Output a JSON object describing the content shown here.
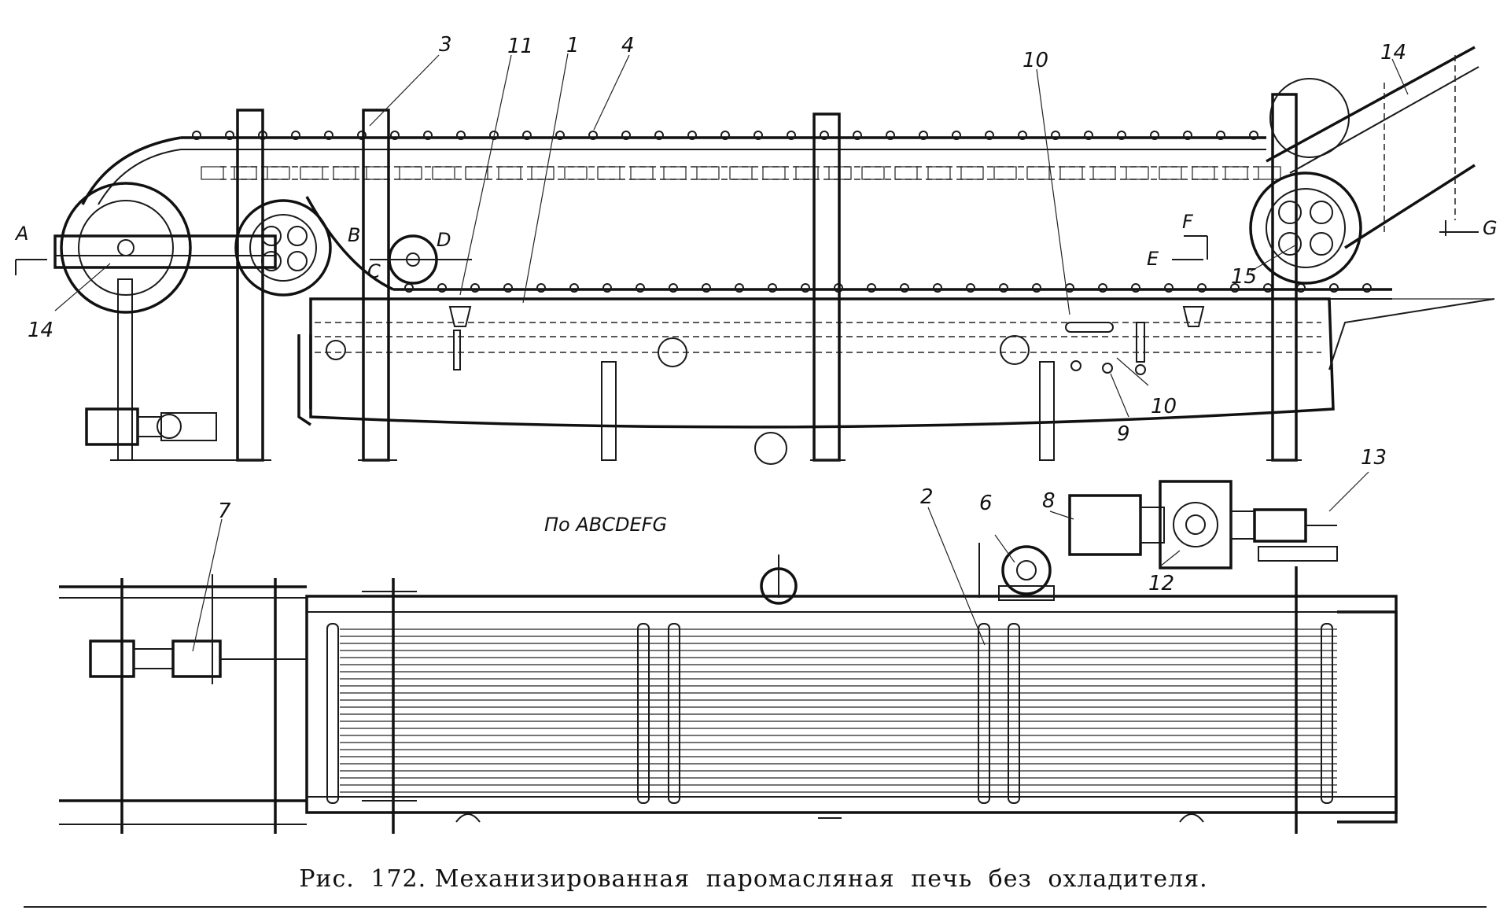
{
  "figure": {
    "caption_prefix": "Рис. 172.",
    "caption_text": "Механизированная паромасляная печь без охладителя.",
    "section_label": "По ABCDEFG"
  },
  "callouts": {
    "n1": "1",
    "n2": "2",
    "n3": "3",
    "n4": "4",
    "n6": "6",
    "n7": "7",
    "n8": "8",
    "n9": "9",
    "n10a": "10",
    "n10b": "10",
    "n11": "11",
    "n12": "12",
    "n13": "13",
    "n14a": "14",
    "n14b": "14",
    "n15": "15"
  },
  "section_letters": {
    "A": "A",
    "B": "B",
    "C": "C",
    "D": "D",
    "E": "E",
    "F": "F",
    "G": "G"
  },
  "colors": {
    "ink": "#111111",
    "paper": "#ffffff"
  }
}
